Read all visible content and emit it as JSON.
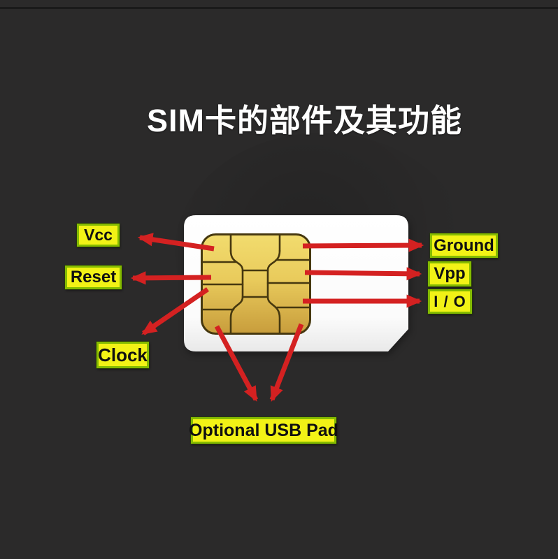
{
  "title": "SIM卡的部件及其功能",
  "labels": {
    "vcc": "Vcc",
    "reset": "Reset",
    "clock": "Clock",
    "ground": "Ground",
    "vpp": "Vpp",
    "io": "I / O",
    "usb_pad": "Optional USB Pad"
  },
  "diagram": {
    "subject": "SIM card contact chip",
    "connections": [
      {
        "label": "Vcc",
        "target": "top-left contact pad",
        "side": "left"
      },
      {
        "label": "Reset",
        "target": "middle-left contact pad",
        "side": "left"
      },
      {
        "label": "Clock",
        "target": "lower-left contact pad",
        "side": "left"
      },
      {
        "label": "Ground",
        "target": "top-right contact pad",
        "side": "right"
      },
      {
        "label": "Vpp",
        "target": "middle-right contact pad",
        "side": "right"
      },
      {
        "label": "I / O",
        "target": "lower-right contact pad",
        "side": "right"
      },
      {
        "label": "Optional USB Pad",
        "target": "bottom-left and bottom-right contact pads",
        "side": "bottom"
      }
    ]
  },
  "colors": {
    "background": "#2b2a2a",
    "title_text": "#ffffff",
    "card": "#ffffff",
    "chip_gold_light": "#f2dc6e",
    "chip_gold_dark": "#c89d3c",
    "chip_lines": "#46380f",
    "arrow_red": "#d42121",
    "label_background": "#f2f216",
    "label_border": "#85bb00",
    "label_text": "#101010"
  }
}
